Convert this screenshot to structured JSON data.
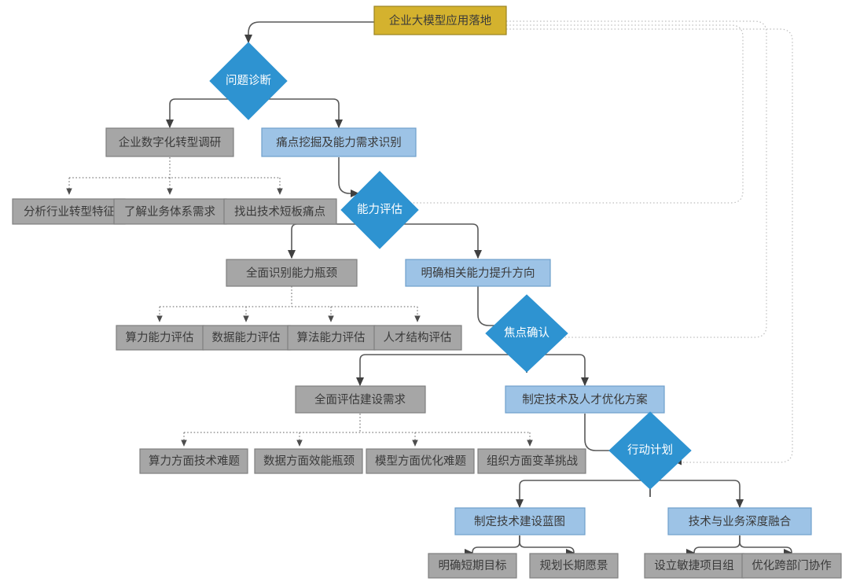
{
  "diagram": {
    "title": "企业大模型应用落地",
    "type": "flowchart",
    "colors": {
      "gold": "#d4b22e",
      "gray": "#a6a6a6",
      "blue_box": "#9dc3e6",
      "diamond": "#2e93d1",
      "connector": "#595959",
      "dotted": "#808080",
      "loop": "#bdbdbd"
    },
    "nodes": {
      "root": {
        "label": "企业大模型应用落地",
        "shape": "rect",
        "style": "gold"
      },
      "d1": {
        "label": "问题诊断",
        "shape": "diamond",
        "style": "blue"
      },
      "d2": {
        "label": "能力评估",
        "shape": "diamond",
        "style": "blue"
      },
      "d3": {
        "label": "焦点确认",
        "shape": "diamond",
        "style": "blue"
      },
      "d4": {
        "label": "行动计划",
        "shape": "diamond",
        "style": "blue"
      },
      "n1a": {
        "label": "企业数字化转型调研",
        "shape": "rect",
        "style": "gray"
      },
      "n1b": {
        "label": "痛点挖掘及能力需求识别",
        "shape": "rect",
        "style": "blue"
      },
      "l1a": {
        "label": "分析行业转型特征",
        "shape": "rect",
        "style": "gray"
      },
      "l1b": {
        "label": "了解业务体系需求",
        "shape": "rect",
        "style": "gray"
      },
      "l1c": {
        "label": "找出技术短板痛点",
        "shape": "rect",
        "style": "gray"
      },
      "n2a": {
        "label": "全面识别能力瓶颈",
        "shape": "rect",
        "style": "gray"
      },
      "n2b": {
        "label": "明确相关能力提升方向",
        "shape": "rect",
        "style": "blue"
      },
      "l2a": {
        "label": "算力能力评估",
        "shape": "rect",
        "style": "gray"
      },
      "l2b": {
        "label": "数据能力评估",
        "shape": "rect",
        "style": "gray"
      },
      "l2c": {
        "label": "算法能力评估",
        "shape": "rect",
        "style": "gray"
      },
      "l2d": {
        "label": "人才结构评估",
        "shape": "rect",
        "style": "gray"
      },
      "n3a": {
        "label": "全面评估建设需求",
        "shape": "rect",
        "style": "gray"
      },
      "n3b": {
        "label": "制定技术及人才优化方案",
        "shape": "rect",
        "style": "blue"
      },
      "l3a": {
        "label": "算力方面技术难题",
        "shape": "rect",
        "style": "gray"
      },
      "l3b": {
        "label": "数据方面效能瓶颈",
        "shape": "rect",
        "style": "gray"
      },
      "l3c": {
        "label": "模型方面优化难题",
        "shape": "rect",
        "style": "gray"
      },
      "l3d": {
        "label": "组织方面变革挑战",
        "shape": "rect",
        "style": "gray"
      },
      "n4a": {
        "label": "制定技术建设蓝图",
        "shape": "rect",
        "style": "blue"
      },
      "n4b": {
        "label": "技术与业务深度融合",
        "shape": "rect",
        "style": "blue"
      },
      "l4a": {
        "label": "明确短期目标",
        "shape": "rect",
        "style": "gray"
      },
      "l4b": {
        "label": "规划长期愿景",
        "shape": "rect",
        "style": "gray"
      },
      "l4c": {
        "label": "设立敏捷项目组",
        "shape": "rect",
        "style": "gray"
      },
      "l4d": {
        "label": "优化跨部门协作",
        "shape": "rect",
        "style": "gray"
      }
    }
  }
}
